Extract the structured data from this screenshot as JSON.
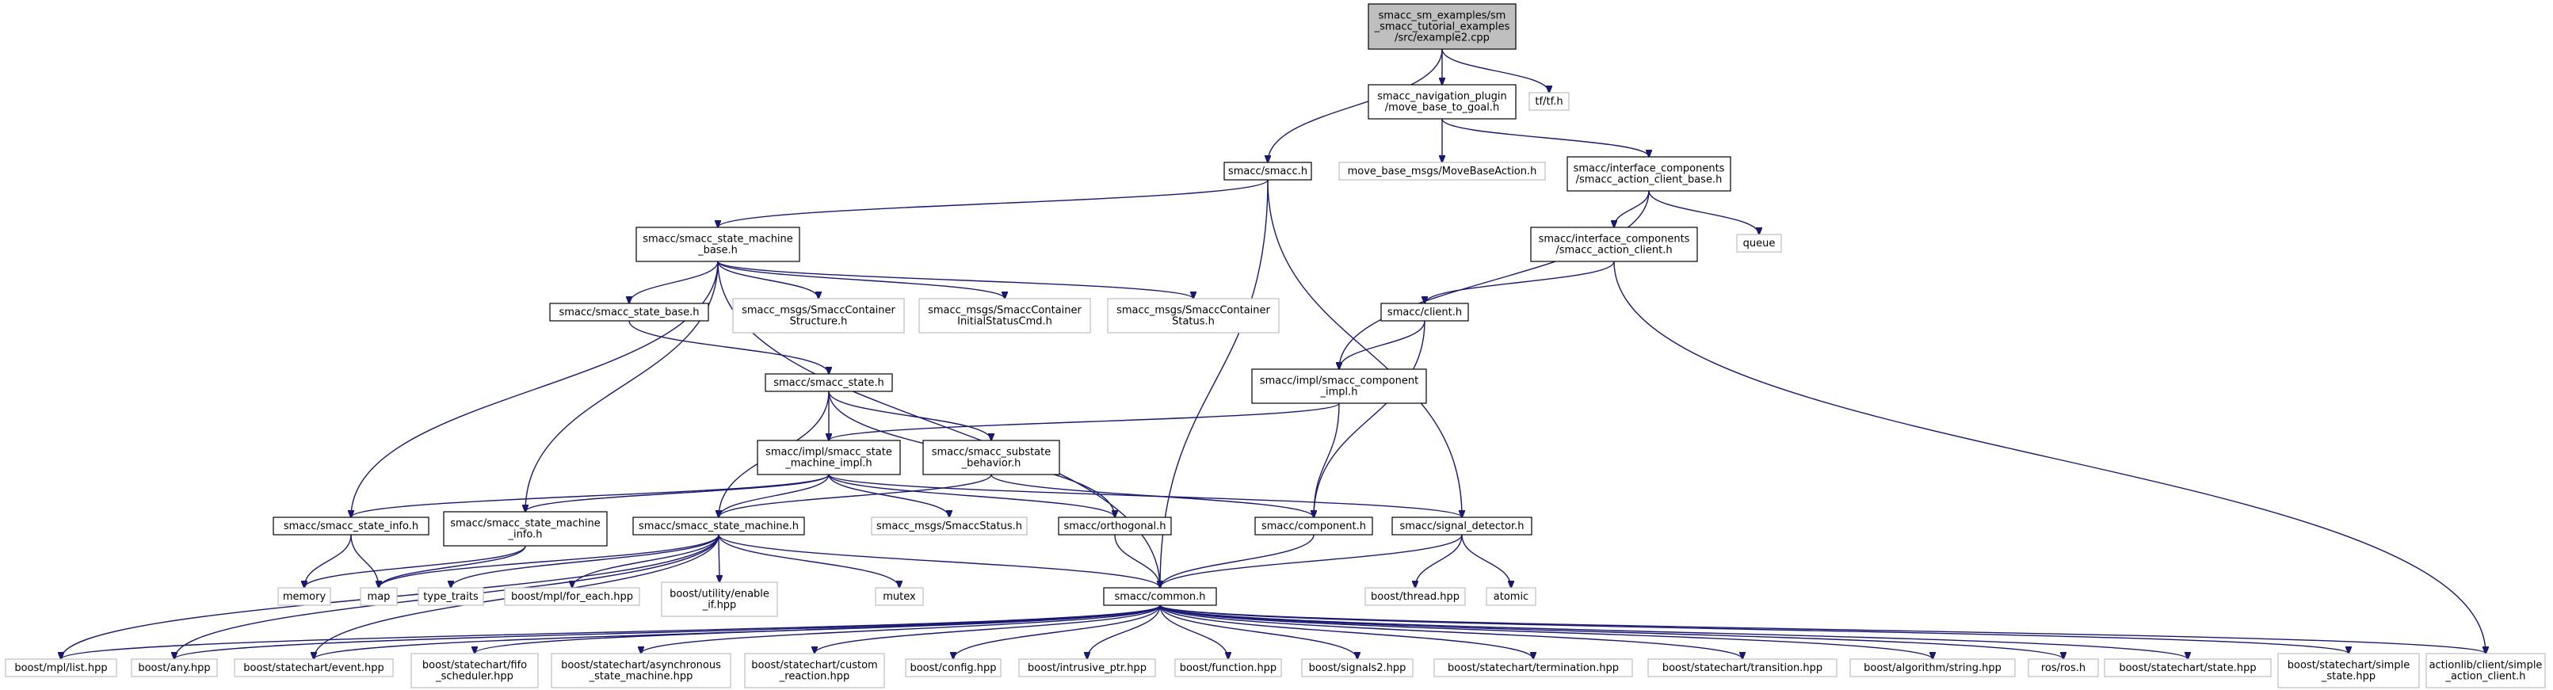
{
  "colors": {
    "root_fill": "#bfbfbf",
    "root_stroke": "#000000",
    "documented_stroke": "#000000",
    "external_stroke": "#bfbfbf",
    "edge": "#191970",
    "text": "#000000"
  },
  "nodes": [
    {
      "id": "example2",
      "lines": [
        "smacc_sm_examples/sm",
        "_smacc_tutorial_examples",
        "/src/example2.cpp"
      ],
      "kind": "root"
    },
    {
      "id": "move_base_to_goal",
      "lines": [
        "smacc_navigation_plugin",
        "/move_base_to_goal.h"
      ],
      "kind": "documented"
    },
    {
      "id": "tf",
      "lines": [
        "tf/tf.h"
      ],
      "kind": "external"
    },
    {
      "id": "smacc_h",
      "lines": [
        "smacc/smacc.h"
      ],
      "kind": "documented"
    },
    {
      "id": "move_base_action",
      "lines": [
        "move_base_msgs/MoveBaseAction.h"
      ],
      "kind": "external"
    },
    {
      "id": "action_client_base",
      "lines": [
        "smacc/interface_components",
        "/smacc_action_client_base.h"
      ],
      "kind": "documented"
    },
    {
      "id": "queue",
      "lines": [
        "queue"
      ],
      "kind": "external"
    },
    {
      "id": "action_client",
      "lines": [
        "smacc/interface_components",
        "/smacc_action_client.h"
      ],
      "kind": "documented"
    },
    {
      "id": "sm_base",
      "lines": [
        "smacc/smacc_state_machine",
        "_base.h"
      ],
      "kind": "documented"
    },
    {
      "id": "state_base",
      "lines": [
        "smacc/smacc_state_base.h"
      ],
      "kind": "documented"
    },
    {
      "id": "container_structure",
      "lines": [
        "smacc_msgs/SmaccContainer",
        "Structure.h"
      ],
      "kind": "external"
    },
    {
      "id": "container_initial",
      "lines": [
        "smacc_msgs/SmaccContainer",
        "InitialStatusCmd.h"
      ],
      "kind": "external"
    },
    {
      "id": "container_status",
      "lines": [
        "smacc_msgs/SmaccContainer",
        "Status.h"
      ],
      "kind": "external"
    },
    {
      "id": "client_h",
      "lines": [
        "smacc/client.h"
      ],
      "kind": "documented"
    },
    {
      "id": "state_h",
      "lines": [
        "smacc/smacc_state.h"
      ],
      "kind": "documented"
    },
    {
      "id": "component_impl",
      "lines": [
        "smacc/impl/smacc_component",
        "_impl.h"
      ],
      "kind": "documented"
    },
    {
      "id": "sm_impl",
      "lines": [
        "smacc/impl/smacc_state",
        "_machine_impl.h"
      ],
      "kind": "documented"
    },
    {
      "id": "substate",
      "lines": [
        "smacc/smacc_substate",
        "_behavior.h"
      ],
      "kind": "documented"
    },
    {
      "id": "state_info",
      "lines": [
        "smacc/smacc_state_info.h"
      ],
      "kind": "documented"
    },
    {
      "id": "sm_info",
      "lines": [
        "smacc/smacc_state_machine",
        "_info.h"
      ],
      "kind": "documented"
    },
    {
      "id": "sm_h",
      "lines": [
        "smacc/smacc_state_machine.h"
      ],
      "kind": "documented"
    },
    {
      "id": "smacc_status",
      "lines": [
        "smacc_msgs/SmaccStatus.h"
      ],
      "kind": "external"
    },
    {
      "id": "orthogonal",
      "lines": [
        "smacc/orthogonal.h"
      ],
      "kind": "documented"
    },
    {
      "id": "component_h",
      "lines": [
        "smacc/component.h"
      ],
      "kind": "documented"
    },
    {
      "id": "signal_detector",
      "lines": [
        "smacc/signal_detector.h"
      ],
      "kind": "documented"
    },
    {
      "id": "memory",
      "lines": [
        "memory"
      ],
      "kind": "external"
    },
    {
      "id": "map",
      "lines": [
        "map"
      ],
      "kind": "external"
    },
    {
      "id": "type_traits",
      "lines": [
        "type_traits"
      ],
      "kind": "external"
    },
    {
      "id": "for_each",
      "lines": [
        "boost/mpl/for_each.hpp"
      ],
      "kind": "external"
    },
    {
      "id": "enable_if",
      "lines": [
        "boost/utility/enable",
        "_if.hpp"
      ],
      "kind": "external"
    },
    {
      "id": "mutex",
      "lines": [
        "mutex"
      ],
      "kind": "external"
    },
    {
      "id": "common_h",
      "lines": [
        "smacc/common.h"
      ],
      "kind": "documented"
    },
    {
      "id": "thread",
      "lines": [
        "boost/thread.hpp"
      ],
      "kind": "external"
    },
    {
      "id": "atomic",
      "lines": [
        "atomic"
      ],
      "kind": "external"
    },
    {
      "id": "list",
      "lines": [
        "boost/mpl/list.hpp"
      ],
      "kind": "external"
    },
    {
      "id": "any",
      "lines": [
        "boost/any.hpp"
      ],
      "kind": "external"
    },
    {
      "id": "event",
      "lines": [
        "boost/statechart/event.hpp"
      ],
      "kind": "external"
    },
    {
      "id": "fifo",
      "lines": [
        "boost/statechart/fifo",
        "_scheduler.hpp"
      ],
      "kind": "external"
    },
    {
      "id": "async",
      "lines": [
        "boost/statechart/asynchronous",
        "_state_machine.hpp"
      ],
      "kind": "external"
    },
    {
      "id": "custom_reaction",
      "lines": [
        "boost/statechart/custom",
        "_reaction.hpp"
      ],
      "kind": "external"
    },
    {
      "id": "config",
      "lines": [
        "boost/config.hpp"
      ],
      "kind": "external"
    },
    {
      "id": "intrusive_ptr",
      "lines": [
        "boost/intrusive_ptr.hpp"
      ],
      "kind": "external"
    },
    {
      "id": "function",
      "lines": [
        "boost/function.hpp"
      ],
      "kind": "external"
    },
    {
      "id": "signals2",
      "lines": [
        "boost/signals2.hpp"
      ],
      "kind": "external"
    },
    {
      "id": "termination",
      "lines": [
        "boost/statechart/termination.hpp"
      ],
      "kind": "external"
    },
    {
      "id": "transition",
      "lines": [
        "boost/statechart/transition.hpp"
      ],
      "kind": "external"
    },
    {
      "id": "string",
      "lines": [
        "boost/algorithm/string.hpp"
      ],
      "kind": "external"
    },
    {
      "id": "ros",
      "lines": [
        "ros/ros.h"
      ],
      "kind": "external"
    },
    {
      "id": "state_hpp",
      "lines": [
        "boost/statechart/state.hpp"
      ],
      "kind": "external"
    },
    {
      "id": "simple_state",
      "lines": [
        "boost/statechart/simple",
        "_state.hpp"
      ],
      "kind": "external"
    },
    {
      "id": "simple_action_client",
      "lines": [
        "actionlib/client/simple",
        "_action_client.h"
      ],
      "kind": "external"
    }
  ],
  "edges": [
    [
      "example2",
      "smacc_h"
    ],
    [
      "example2",
      "move_base_to_goal"
    ],
    [
      "example2",
      "tf"
    ],
    [
      "move_base_to_goal",
      "move_base_action"
    ],
    [
      "move_base_to_goal",
      "action_client_base"
    ],
    [
      "action_client_base",
      "queue"
    ],
    [
      "action_client_base",
      "action_client"
    ],
    [
      "action_client_base",
      "component_impl"
    ],
    [
      "action_client",
      "client_h"
    ],
    [
      "action_client",
      "simple_action_client"
    ],
    [
      "smacc_h",
      "sm_base"
    ],
    [
      "smacc_h",
      "common_h"
    ],
    [
      "smacc_h",
      "signal_detector"
    ],
    [
      "sm_base",
      "state_base"
    ],
    [
      "sm_base",
      "container_structure"
    ],
    [
      "sm_base",
      "container_initial"
    ],
    [
      "sm_base",
      "container_status"
    ],
    [
      "sm_base",
      "state_info"
    ],
    [
      "sm_base",
      "sm_info"
    ],
    [
      "sm_base",
      "common_h"
    ],
    [
      "state_base",
      "state_h"
    ],
    [
      "client_h",
      "component_impl"
    ],
    [
      "client_h",
      "component_h"
    ],
    [
      "component_impl",
      "sm_impl"
    ],
    [
      "component_impl",
      "component_h"
    ],
    [
      "state_h",
      "sm_impl"
    ],
    [
      "state_h",
      "substate"
    ],
    [
      "state_h",
      "sm_h"
    ],
    [
      "state_h",
      "orthogonal"
    ],
    [
      "sm_impl",
      "state_info"
    ],
    [
      "sm_impl",
      "sm_info"
    ],
    [
      "sm_impl",
      "sm_h"
    ],
    [
      "sm_impl",
      "smacc_status"
    ],
    [
      "sm_impl",
      "orthogonal"
    ],
    [
      "sm_impl",
      "signal_detector"
    ],
    [
      "substate",
      "sm_h"
    ],
    [
      "substate",
      "component_h"
    ],
    [
      "state_info",
      "memory"
    ],
    [
      "state_info",
      "map"
    ],
    [
      "sm_info",
      "memory"
    ],
    [
      "sm_info",
      "map"
    ],
    [
      "sm_h",
      "map"
    ],
    [
      "sm_h",
      "type_traits"
    ],
    [
      "sm_h",
      "for_each"
    ],
    [
      "sm_h",
      "enable_if"
    ],
    [
      "sm_h",
      "mutex"
    ],
    [
      "sm_h",
      "common_h"
    ],
    [
      "sm_h",
      "list"
    ],
    [
      "sm_h",
      "any"
    ],
    [
      "sm_h",
      "event"
    ],
    [
      "orthogonal",
      "common_h"
    ],
    [
      "component_h",
      "common_h"
    ],
    [
      "signal_detector",
      "common_h"
    ],
    [
      "signal_detector",
      "thread"
    ],
    [
      "signal_detector",
      "atomic"
    ],
    [
      "common_h",
      "list"
    ],
    [
      "common_h",
      "any"
    ],
    [
      "common_h",
      "event"
    ],
    [
      "common_h",
      "fifo"
    ],
    [
      "common_h",
      "async"
    ],
    [
      "common_h",
      "custom_reaction"
    ],
    [
      "common_h",
      "config"
    ],
    [
      "common_h",
      "intrusive_ptr"
    ],
    [
      "common_h",
      "function"
    ],
    [
      "common_h",
      "signals2"
    ],
    [
      "common_h",
      "termination"
    ],
    [
      "common_h",
      "transition"
    ],
    [
      "common_h",
      "string"
    ],
    [
      "common_h",
      "ros"
    ],
    [
      "common_h",
      "state_hpp"
    ],
    [
      "common_h",
      "simple_state"
    ],
    [
      "common_h",
      "simple_action_client"
    ]
  ]
}
